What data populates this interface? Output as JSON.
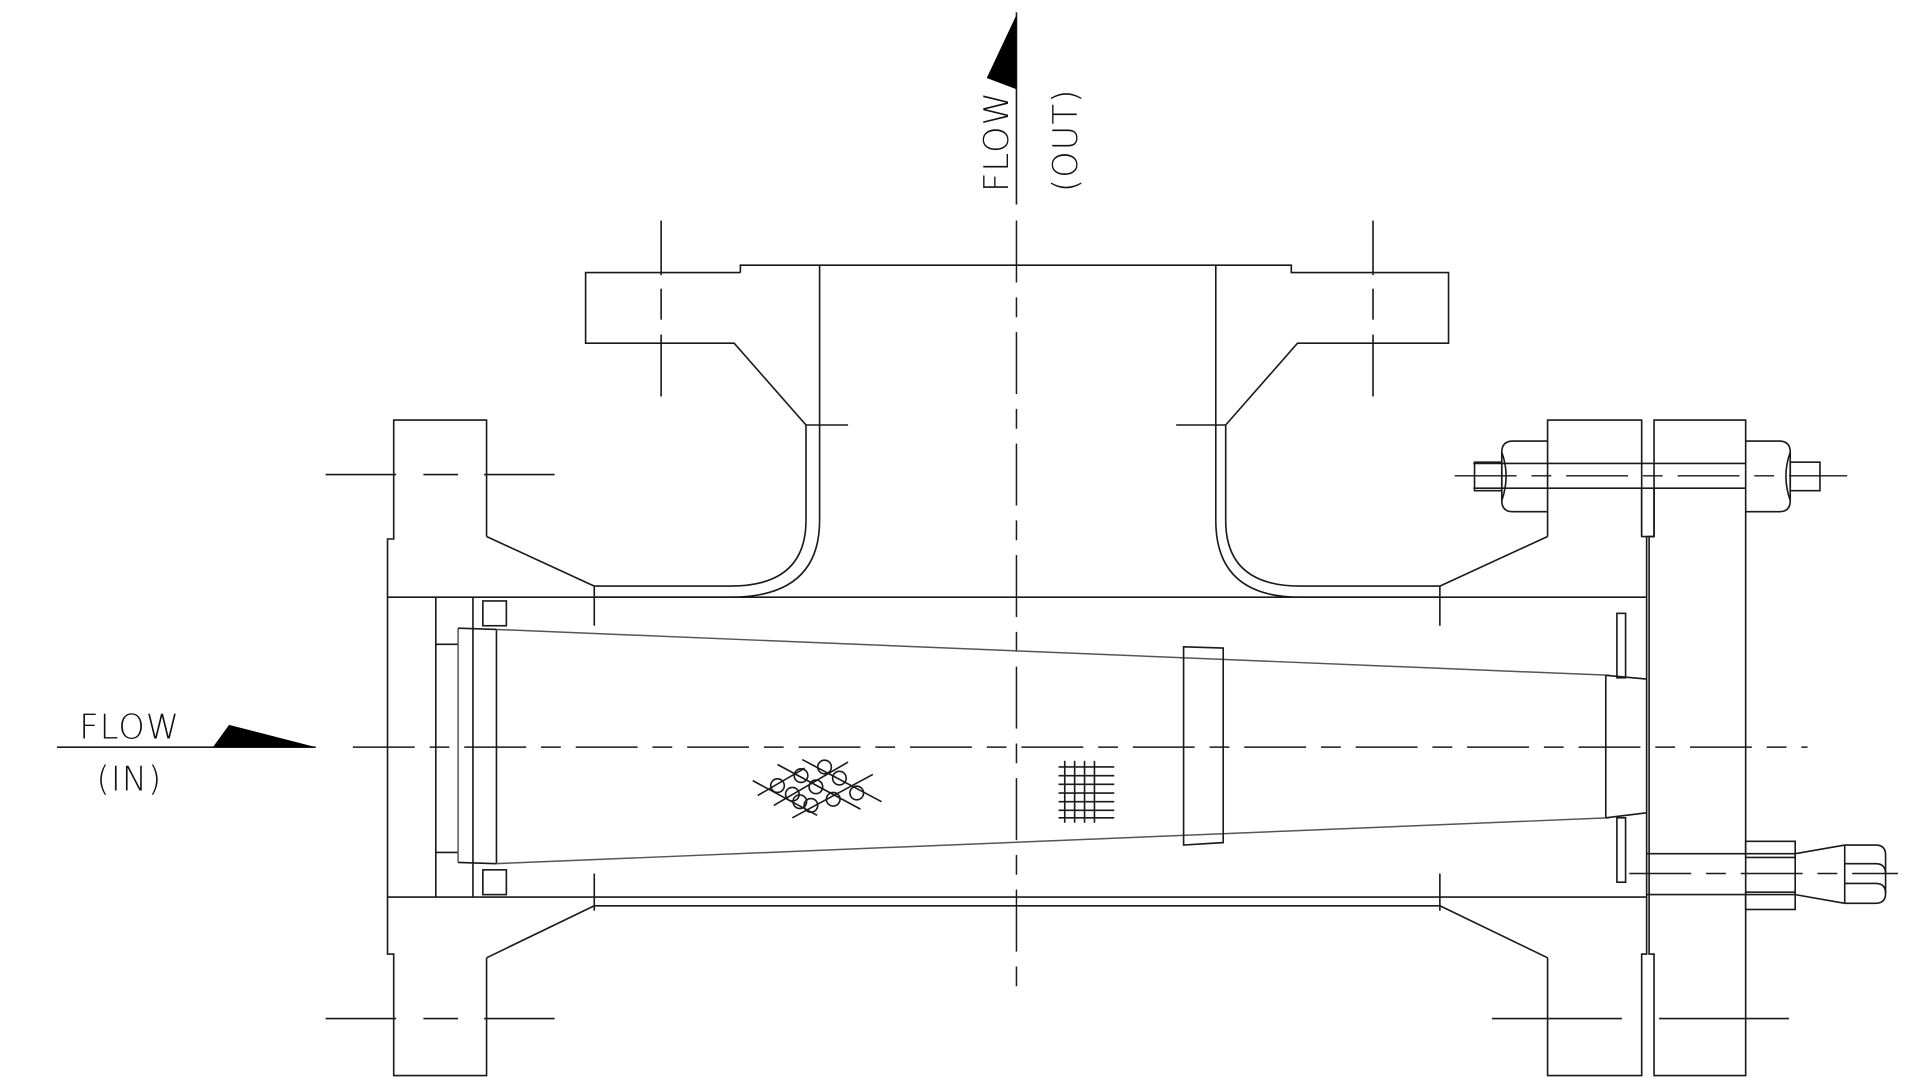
{
  "drawing": {
    "title": "Tee strainer cross-section",
    "background": "#ffffff",
    "line_color": "#1a1a1a",
    "labels": {
      "flow_in_top": "FLOW",
      "flow_in_bottom": "(IN)",
      "flow_out_left": "FLOW",
      "flow_out_right": "(OUT)"
    },
    "components": [
      "inlet-flange",
      "outlet-flange",
      "tee-body",
      "conical-strainer-basket",
      "basket-support-ring",
      "blind-flange-cover",
      "stud-bolt-with-nuts",
      "drain-plug",
      "perforated-mesh-symbol",
      "wire-mesh-symbol"
    ]
  }
}
